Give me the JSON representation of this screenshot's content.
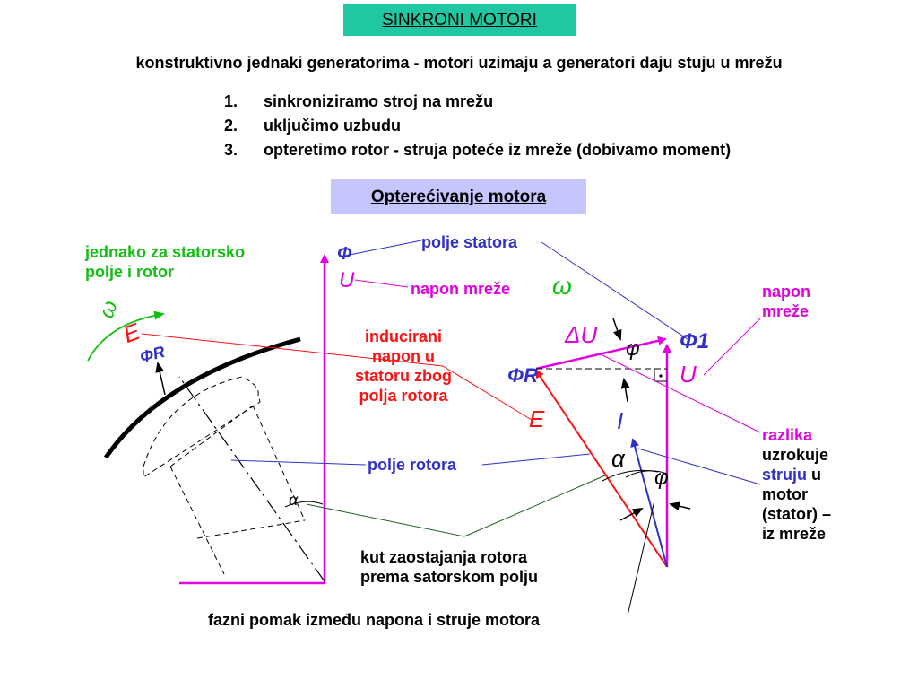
{
  "title": "SINKRONI MOTORI",
  "subtitle": "konstruktivno jednaki generatorima - motori uzimaju a generatori daju stuju u mrežu",
  "steps": [
    {
      "num": "1.",
      "text": "sinkroniziramo stroj na mrežu"
    },
    {
      "num": "2.",
      "text": "uključimo uzbudu"
    },
    {
      "num": "3.",
      "text": "opteretimo rotor - struja poteće iz mreže (dobivamo moment)"
    }
  ],
  "section_title": "Opterećivanje motora",
  "labels": {
    "equal_field_line1": "jednako za statorsko",
    "equal_field_line2": "polje i rotor",
    "stator_field": "polje statora",
    "grid_voltage_left": "napon mreže",
    "grid_voltage_right_line1": "napon",
    "grid_voltage_right_line2": "mreže",
    "induced_line1": "inducirani",
    "induced_line2": "napon u",
    "induced_line3": "statoru zbog",
    "induced_line4": "polja rotora",
    "rotor_field": "polje rotora",
    "difference_word": "razlika",
    "causes_word": "uzrokuje",
    "current_word": "struju",
    "u_word": "u",
    "motor_word": "motor",
    "stator_paren": "(stator) –",
    "from_grid": "iz mreže",
    "lag_angle_line1": "kut zaostajanja rotora",
    "lag_angle_line2": "prema satorskom polju",
    "phase_shift": "fazni pomak između napona i struje motora"
  },
  "symbols": {
    "phi": "Φ",
    "u": "U",
    "omega": "ω",
    "e": "E",
    "phi_r": "ΦR",
    "alpha": "α",
    "phi1": "Φ1",
    "delta_u": "ΔU",
    "i": "I",
    "phi_angle": "φ"
  },
  "colors": {
    "title_bg": "#1fc8a0",
    "section_bg": "#c6c6ff",
    "green": "#10c010",
    "blue": "#3030c8",
    "magenta": "#e000e0",
    "red": "#ff1010"
  }
}
